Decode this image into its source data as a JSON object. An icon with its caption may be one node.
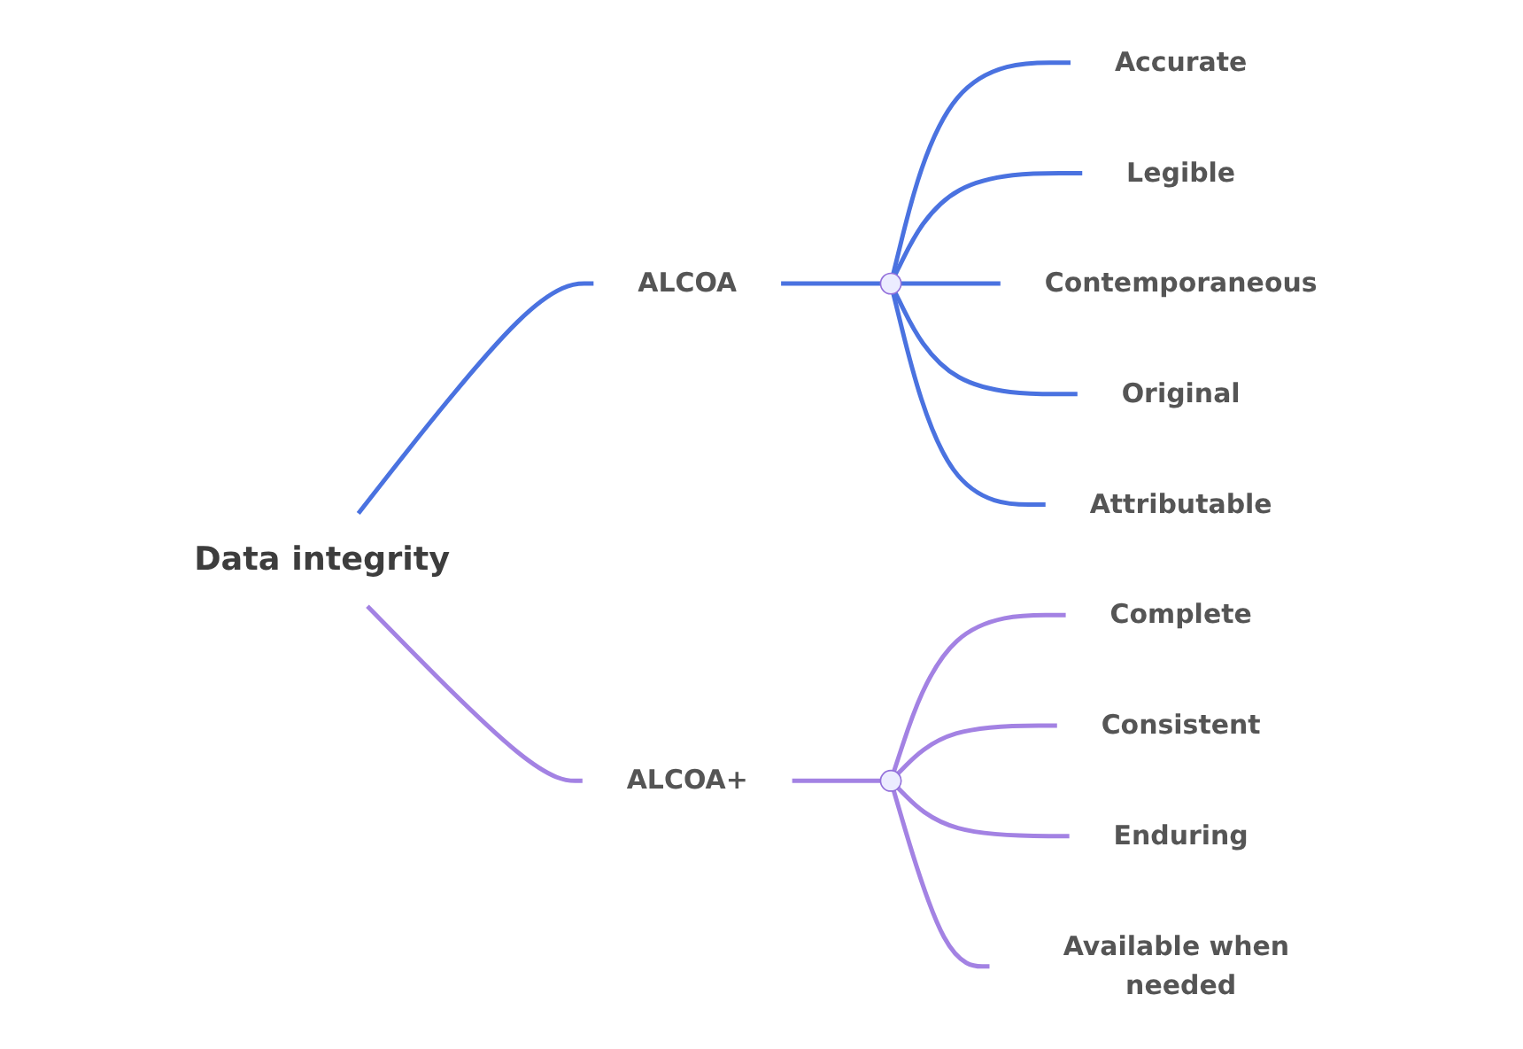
{
  "diagram": {
    "nodes": [
      {
        "text": [
          "Data integrity"
        ]
      },
      {
        "text": [
          "ALCOA"
        ]
      },
      {
        "text": [],
        "shape": "circle"
      },
      {
        "text": [
          "Accurate"
        ]
      },
      {
        "text": [
          "Legible"
        ]
      },
      {
        "text": [
          "Contemporaneous"
        ]
      },
      {
        "text": [
          "Original"
        ]
      },
      {
        "text": [
          "Attributable"
        ]
      },
      {
        "text": [
          "ALCOA+"
        ]
      },
      {
        "text": [],
        "shape": "circle"
      },
      {
        "text": [
          "Complete"
        ]
      },
      {
        "text": [
          "Consistent"
        ]
      },
      {
        "text": [
          "Enduring"
        ]
      },
      {
        "text": [
          "Available when needed"
        ]
      }
    ],
    "edges": [
      {
        "from": 0,
        "to": 1,
        "arrow": "none"
      },
      {
        "from": 1,
        "to": 2,
        "arrow": "none"
      },
      {
        "from": 2,
        "to": 3,
        "arrow": "none"
      },
      {
        "from": 2,
        "to": 4,
        "arrow": "none"
      },
      {
        "from": 2,
        "to": 5,
        "arrow": "none"
      },
      {
        "from": 2,
        "to": 6,
        "arrow": "none"
      },
      {
        "from": 2,
        "to": 7,
        "arrow": "none"
      },
      {
        "from": 0,
        "to": 8,
        "arrow": "none",
        "color": "#a382e3"
      },
      {
        "from": 8,
        "to": 9,
        "arrow": "none",
        "color": "#a382e3"
      },
      {
        "from": 9,
        "to": 10,
        "arrow": "none",
        "color": "#a382e3"
      },
      {
        "from": 9,
        "to": 11,
        "arrow": "none",
        "color": "#a382e3"
      },
      {
        "from": 9,
        "to": 12,
        "arrow": "none",
        "color": "#a382e3"
      },
      {
        "from": 9,
        "to": 13,
        "arrow": "none",
        "color": "#a382e3"
      }
    ]
  }
}
